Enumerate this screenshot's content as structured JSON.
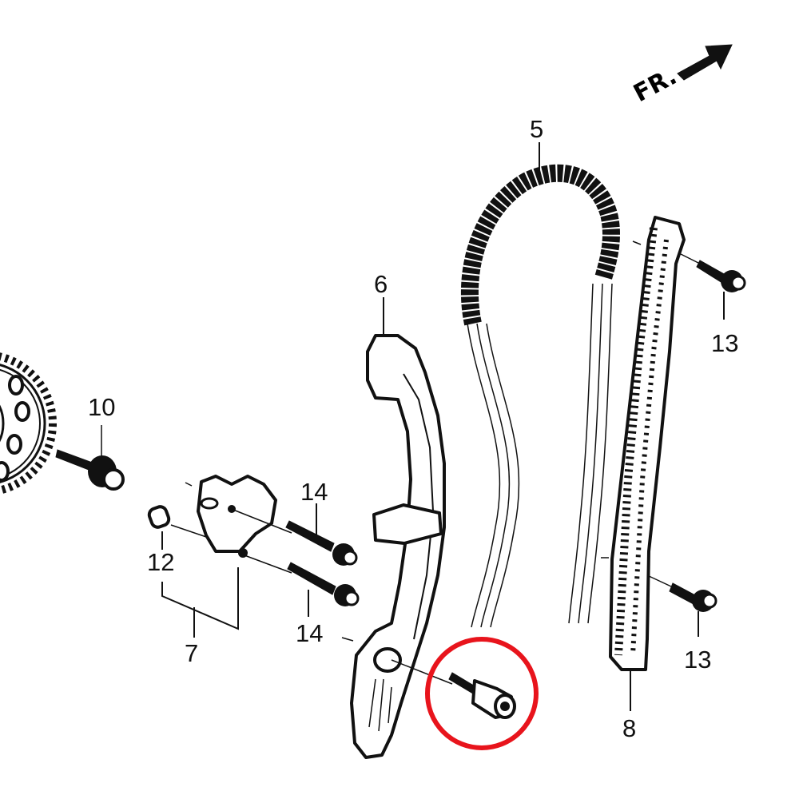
{
  "diagram": {
    "type": "exploded-parts-view",
    "subject": "Timing chain assembly",
    "direction_indicator": {
      "text": "FR.",
      "arrow": "front-arrow"
    },
    "highlight": {
      "shape": "circle",
      "color": "#e8141c",
      "target_part": "guide-bolt (unlabeled)"
    },
    "callouts": [
      {
        "id": "5",
        "part": "cam chain"
      },
      {
        "id": "6",
        "part": "chain tensioner slipper"
      },
      {
        "id": "7",
        "part": "chain tensioner assembly"
      },
      {
        "id": "8",
        "part": "chain guide"
      },
      {
        "id": "10",
        "part": "sprocket bolt"
      },
      {
        "id": "12",
        "part": "tensioner pin"
      },
      {
        "id": "13a",
        "label": "13",
        "part": "guide bolt (upper)"
      },
      {
        "id": "13b",
        "label": "13",
        "part": "guide bolt (lower)"
      },
      {
        "id": "14a",
        "label": "14",
        "part": "tensioner bolt (upper)"
      },
      {
        "id": "14b",
        "label": "14",
        "part": "tensioner bolt (lower)"
      }
    ]
  },
  "labels": {
    "fr": "FR.",
    "l5": "5",
    "l6": "6",
    "l7": "7",
    "l8": "8",
    "l10": "10",
    "l12": "12",
    "l13a": "13",
    "l13b": "13",
    "l14a": "14",
    "l14b": "14"
  },
  "colors": {
    "ink": "#111111",
    "background": "#ffffff",
    "highlight": "#e8141c"
  }
}
